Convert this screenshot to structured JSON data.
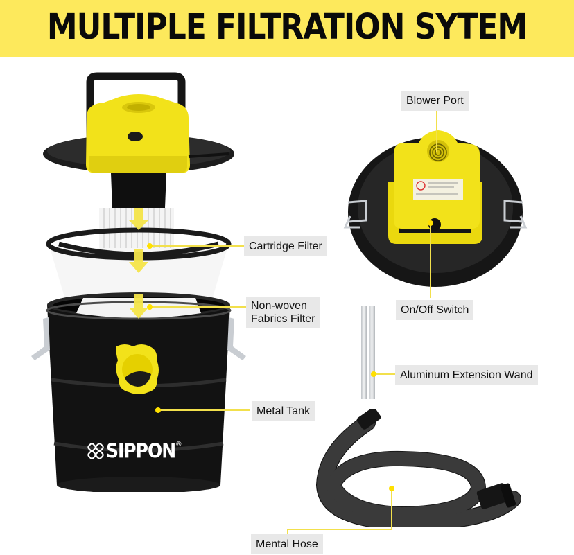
{
  "banner": {
    "title": "MULTIPLE FILTRATION SYTEM",
    "background_color": "#fde95c",
    "text_color": "#0a0a0a"
  },
  "brand": {
    "logo_text": "SIPPON",
    "registered_mark": "®"
  },
  "colors": {
    "accent_yellow": "#ffe000",
    "leader_line": "#f2e04c",
    "label_background": "#e8e8e8",
    "product_black": "#111111"
  },
  "callouts": [
    {
      "id": "blower-port",
      "label": "Blower Port"
    },
    {
      "id": "cartridge-filter",
      "label": "Cartridge Filter"
    },
    {
      "id": "non-woven-filter",
      "label_line1": "Non-woven",
      "label_line2": "Fabrics Filter"
    },
    {
      "id": "on-off-switch",
      "label": "On/Off Switch"
    },
    {
      "id": "extension-wand",
      "label": "Aluminum Extension Wand"
    },
    {
      "id": "metal-tank",
      "label": "Metal Tank"
    },
    {
      "id": "hose",
      "label": "Mental Hose"
    }
  ],
  "icons": {
    "flow_arrow": "down-arrow-icon",
    "brand_logo": "sippon-logo-icon"
  }
}
